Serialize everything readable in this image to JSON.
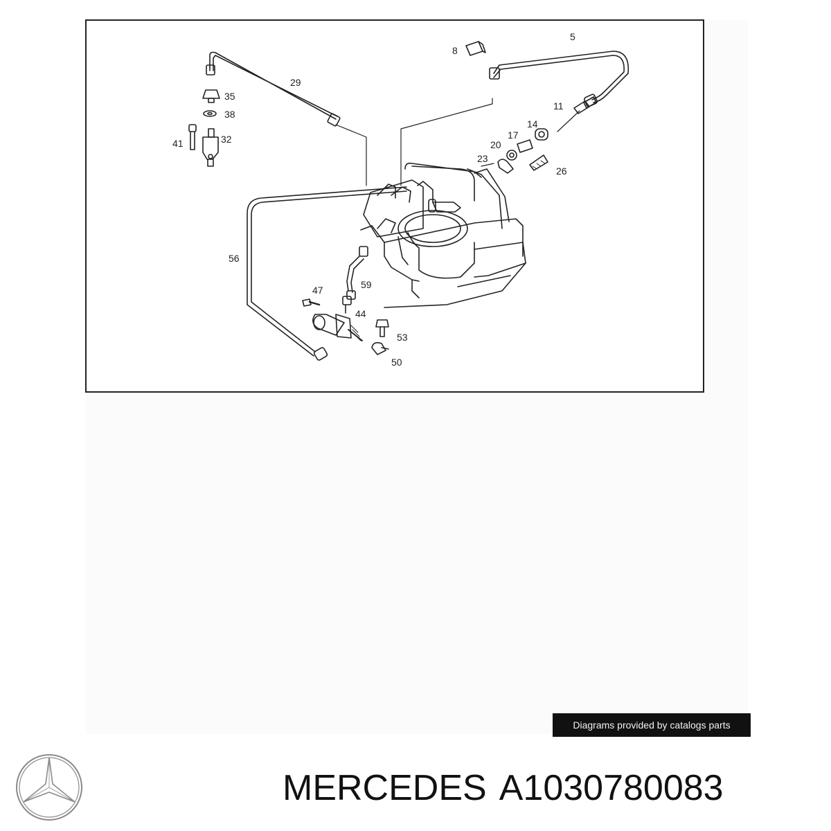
{
  "diagram": {
    "callouts": [
      "5",
      "8",
      "29",
      "35",
      "38",
      "32",
      "41",
      "11",
      "14",
      "17",
      "20",
      "23",
      "26",
      "56",
      "59",
      "47",
      "44",
      "53",
      "50"
    ]
  },
  "credit": "Diagrams provided by catalogs parts",
  "brand": "MERCEDES",
  "part_number": "A1030780083",
  "colors": {
    "frame": "#222222",
    "badge_bg": "#111111",
    "badge_text": "#f2f2f2",
    "logo": "#8a8a8a"
  },
  "icons": {
    "logo": "mercedes-star-icon"
  }
}
